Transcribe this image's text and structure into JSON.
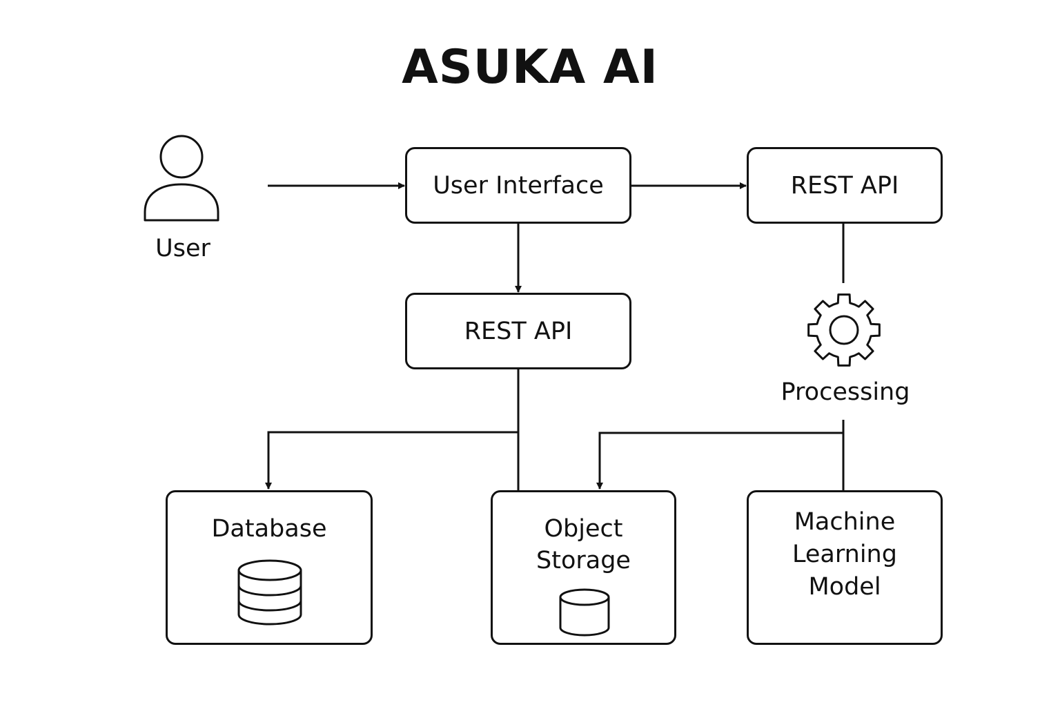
{
  "title": "ASUKA AI",
  "nodes": {
    "user": {
      "label": "User",
      "icon": "user-icon"
    },
    "user_interface": {
      "label": "User Interface"
    },
    "rest_api_top": {
      "label": "REST API"
    },
    "rest_api_mid": {
      "label": "REST API"
    },
    "processing": {
      "label": "Processing",
      "icon": "gear-icon"
    },
    "database": {
      "label": "Database",
      "icon": "database-icon"
    },
    "object_storage": {
      "label_lines": [
        "Object",
        "Storage"
      ],
      "icon": "cylinder-icon"
    },
    "ml_model": {
      "label_lines": [
        "Machine",
        "Learning",
        "Model"
      ]
    }
  },
  "edges": [
    {
      "from": "User",
      "to": "User Interface"
    },
    {
      "from": "User Interface",
      "to": "REST API"
    },
    {
      "from": "User Interface",
      "to": "REST API (middle)"
    },
    {
      "from": "REST API",
      "to": "Processing"
    },
    {
      "from": "REST API (middle)",
      "to": "Database"
    },
    {
      "from": "REST API (middle)",
      "to": "Object Storage"
    },
    {
      "from": "Processing",
      "to": "Object Storage"
    },
    {
      "from": "Processing",
      "to": "Machine Learning Model"
    }
  ],
  "colors": {
    "stroke": "#111111",
    "background": "#ffffff"
  }
}
